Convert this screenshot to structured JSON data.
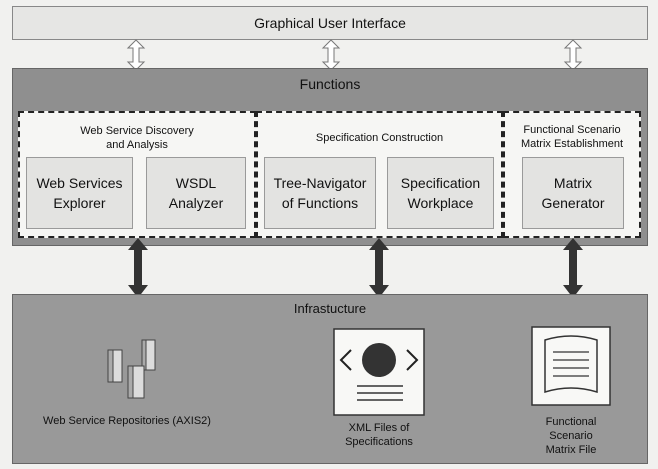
{
  "gui": {
    "label": "Graphical User Interface"
  },
  "functions": {
    "title": "Functions",
    "groups": [
      {
        "title": "Web Service Discovery\nand Analysis",
        "modules": [
          "Web Services\nExplorer",
          "WSDL\nAnalyzer"
        ]
      },
      {
        "title": "Specification Construction",
        "modules": [
          "Tree-Navigator\nof Functions",
          "Specification\nWorkplace"
        ]
      },
      {
        "title": "Functional Scenario\nMatrix Establishment",
        "modules": [
          "Matrix\nGenerator"
        ]
      }
    ]
  },
  "infrastructure": {
    "title": "Infrastucture",
    "items": [
      {
        "label": "Web Service Repositories (AXIS2)",
        "icon": "server-icon"
      },
      {
        "label": "XML Files of\nSpecifications",
        "icon": "xml-document-icon"
      },
      {
        "label": "Functional\nScenario\nMatrix File",
        "icon": "matrix-file-icon"
      }
    ]
  },
  "colors": {
    "panel": "#8f8f8f",
    "group_bg": "#f6f6f4",
    "module_bg": "#e3e3e1",
    "arrow": "#333333"
  }
}
